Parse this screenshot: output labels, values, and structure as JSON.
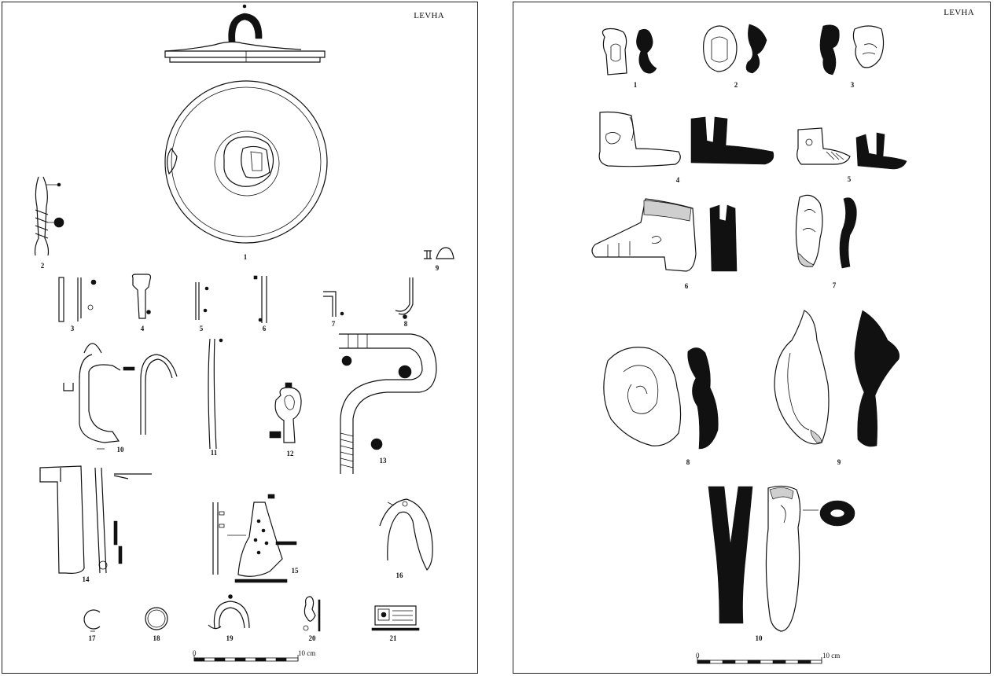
{
  "left_plate": {
    "site_label": "LEVHA",
    "figure_numbers": [
      "1",
      "2",
      "3",
      "4",
      "5",
      "6",
      "7",
      "8",
      "9",
      "10",
      "11",
      "12",
      "13",
      "14",
      "15",
      "16",
      "17",
      "18",
      "19",
      "20",
      "21"
    ],
    "scale": {
      "start": "0",
      "end": "10 cm"
    }
  },
  "right_plate": {
    "site_label": "LEVHA",
    "figure_numbers": [
      "1",
      "2",
      "3",
      "4",
      "5",
      "6",
      "7",
      "8",
      "9",
      "10"
    ],
    "scale": {
      "start": "0",
      "end": "10 cm"
    }
  }
}
